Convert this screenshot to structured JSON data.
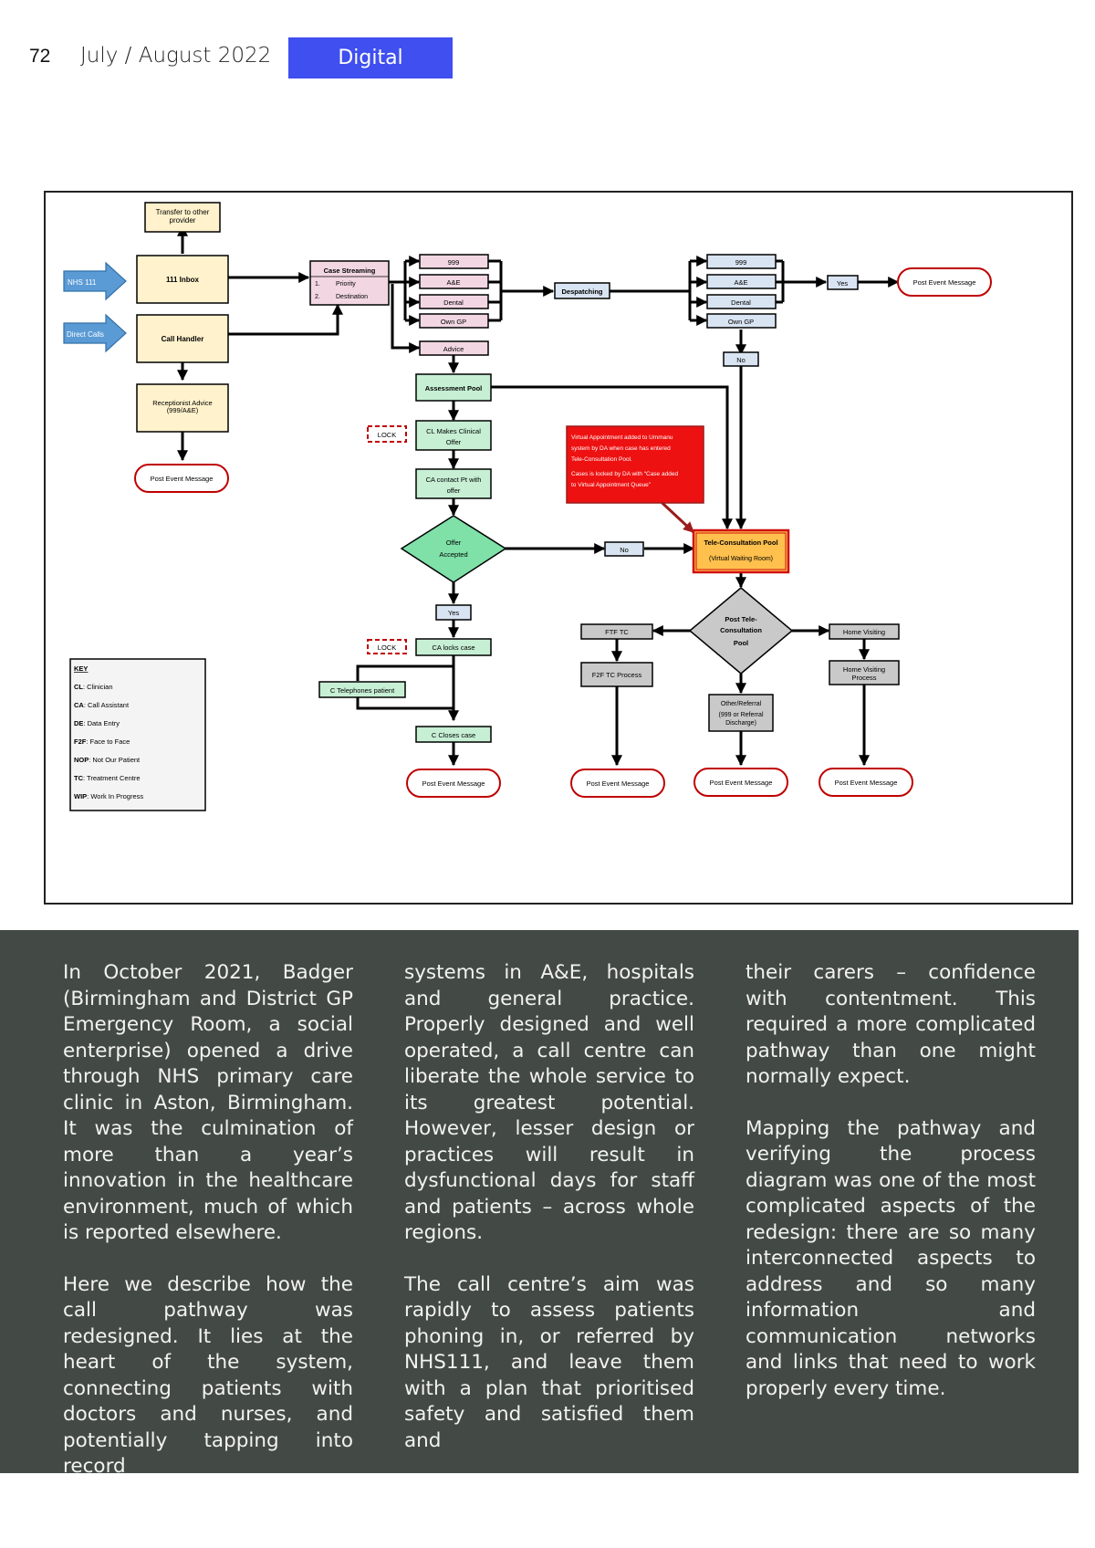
{
  "header": {
    "page_number": "72",
    "issue_date": "July / August 2022",
    "section_tag": "Digital"
  },
  "diagram": {
    "transfer": [
      "Transfer to other",
      "provider"
    ],
    "nhs111": "NHS 111",
    "direct_calls": "Direct Calls",
    "inbox": "111 Inbox",
    "call_handler": "Call Handler",
    "receptionist": [
      "Receptionist Advice",
      "(999/A&E)"
    ],
    "post_event": "Post Event Message",
    "case_streaming": {
      "title": "Case Streaming",
      "item1": "Priority",
      "item2": "Destination",
      "num1": "1.",
      "num2": "2."
    },
    "destinations": [
      "999",
      "A&E",
      "Dental",
      "Own GP"
    ],
    "advice": "Advice",
    "despatching": "Despatching",
    "yes": "Yes",
    "no": "No",
    "assessment_pool": "Assessment Pool",
    "lock": "LOCK",
    "cl_offer": [
      "CL Makes Clinical",
      "Offer"
    ],
    "ca_contact": [
      "CA contact Pt with",
      "offer"
    ],
    "offer_accepted": [
      "Offer",
      "Accepted"
    ],
    "red_note": [
      "Virtual Appointment added to Ummanu",
      "system by DA when case has entered",
      "Tele-Consultation Pool.",
      "Cases is locked by DA with “Case added",
      "to Virtual Appointment Queue”"
    ],
    "tele_pool": [
      "Tele-Consultation Pool",
      "(Virtual Waiting Room)"
    ],
    "post_tele": [
      "Post Tele-",
      "Consultation",
      "Pool"
    ],
    "ftf_tc": "FTF TC",
    "f2f_process": "F2F TC Process",
    "home_visiting": "Home Visiting",
    "home_process": [
      "Home Visiting",
      "Process"
    ],
    "other_referral": [
      "Other/Referral",
      "(999 or Referral",
      "Discharge)"
    ],
    "ca_locks": "CA locks case",
    "c_telephones": "C Telephones patient",
    "c_closes": "C Closes case",
    "key": {
      "title": "KEY",
      "items": [
        {
          "abbr": "CL",
          "text": ": Clinician"
        },
        {
          "abbr": "CA",
          "text": ": Call Assistant"
        },
        {
          "abbr": "DE",
          "text": ": Data Entry"
        },
        {
          "abbr": "F2F",
          "text": ": Face to Face"
        },
        {
          "abbr": "NOP",
          "text": ": Not Our Patient"
        },
        {
          "abbr": "TC",
          "text": ": Treatment Centre"
        },
        {
          "abbr": "WIP",
          "text": ": Work In Progress"
        }
      ]
    },
    "colors": {
      "yellow": "#fff2cc",
      "pink": "#f2d7e3",
      "green": "#c6efd4",
      "blue": "#d9e4f2",
      "arrow_blue": "#5b9bd5",
      "red": "#ee1111",
      "gray": "#c9c9c9",
      "diamond_green": "#7fe0a8"
    }
  },
  "article": {
    "col1": [
      "In October 2021, Badger (Birmingham and District GP Emergency Room, a social enterprise) opened a drive through NHS primary care clinic in Aston, Birmingham. It was the culmination of more than a year’s innovation in the healthcare environment, much of which is reported elsewhere.",
      "Here we describe how the call pathway was redesigned. It lies at the heart of the system, connecting patients with doctors and nurses, and potentially tapping into record"
    ],
    "col2": [
      "systems in A&E, hospitals and general practice. Properly designed and well operated, a call centre can liberate the whole service to its greatest potential. However, lesser design or practices will result in dysfunctional days for staff and patients – across whole regions.",
      "The call centre’s aim was rapidly to assess patients phoning in, or referred by NHS111, and leave them with a plan that prioritised safety and satisfied them and"
    ],
    "col3": [
      "their carers – confidence with contentment. This required a more complicated pathway than one might normally expect.",
      "Mapping the pathway and verifying the process diagram was one of the most complicated aspects of the redesign: there are so many interconnected aspects to address and so many information and communication networks and links that need to work properly every time."
    ]
  }
}
